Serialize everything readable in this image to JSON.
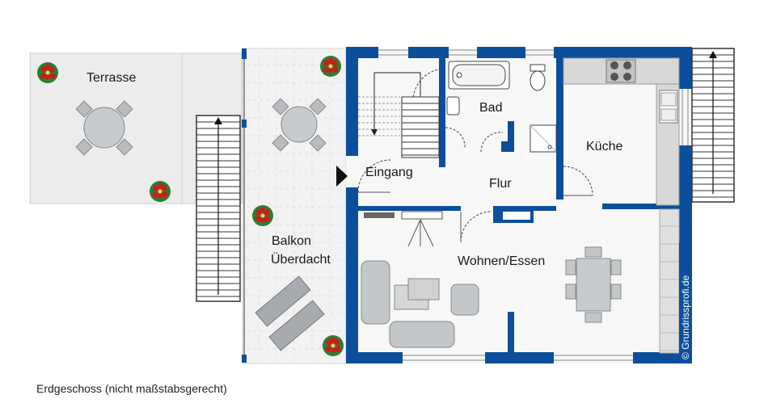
{
  "rooms": {
    "terrasse": "Terrasse",
    "bad": "Bad",
    "eingang": "Eingang",
    "flur": "Flur",
    "kueche": "Küche",
    "balkon_line1": "Balkon",
    "balkon_line2": "Überdacht",
    "wohnen": "Wohnen/Essen"
  },
  "caption": "Erdgeschoss (nicht maßstabsgerecht)",
  "credit": "© Grundrissprofi.de",
  "colors": {
    "wall": "#0b4f9c",
    "floor": "#f2f2f2",
    "outdoor": "#ececec",
    "furniture": "#b8bcc0",
    "flower": "#c81e1e",
    "leaf": "#2e7d32"
  },
  "icons": [
    "flower-pot-icon",
    "entrance-arrow-icon",
    "stair-arrow-icon",
    "round-table-icon",
    "sun-lounger-icon",
    "stove-icon",
    "toilet-icon",
    "bathtub-icon",
    "sink-icon",
    "shower-icon"
  ]
}
